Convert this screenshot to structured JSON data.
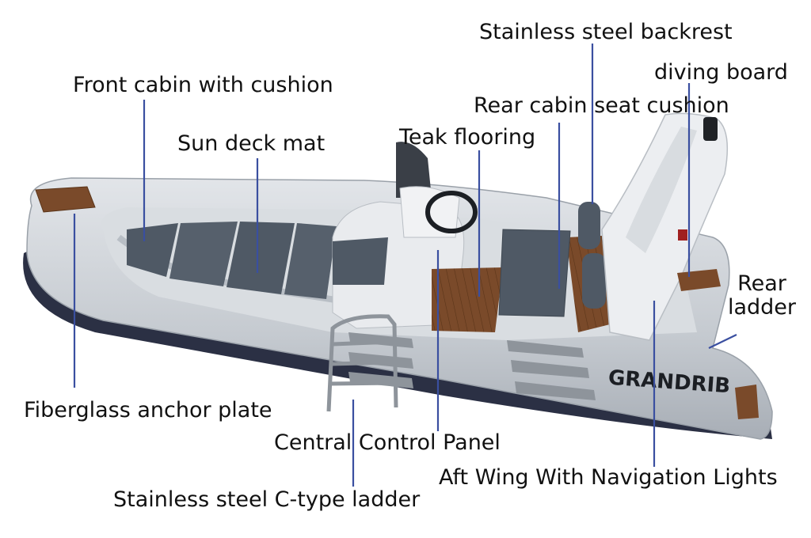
{
  "labels": {
    "front_cabin": "Front cabin with cushion",
    "sun_deck": "Sun deck mat",
    "teak": "Teak flooring",
    "backrest": "Stainless steel backrest",
    "rear_cushion": "Rear cabin seat cushion",
    "diving_board": "diving board",
    "rear_ladder_1": "Rear",
    "rear_ladder_2": "ladder",
    "anchor_plate": "Fiberglass anchor plate",
    "control_panel": "Central Control Panel",
    "aft_wing": "Aft Wing With Navigation Lights",
    "c_ladder": "Stainless steel C-type ladder"
  },
  "brand_text": "GRANDRIB",
  "colors": {
    "tube": "#cdd1d6",
    "tube_dark": "#9aa1a9",
    "stripe": "#2b3044",
    "cushion": "#4f5965",
    "teak": "#7a4a2a",
    "fiberglass": "#e9ebee",
    "leader": "#3a4fa0"
  }
}
